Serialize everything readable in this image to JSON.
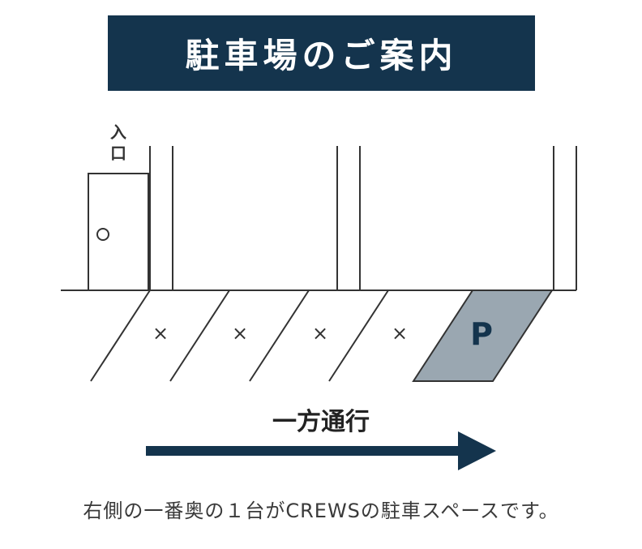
{
  "title": "駐車場のご案内",
  "entrance_label": "入口",
  "spots": [
    {
      "mark": "×",
      "available": false
    },
    {
      "mark": "×",
      "available": false
    },
    {
      "mark": "×",
      "available": false
    },
    {
      "mark": "×",
      "available": false
    },
    {
      "mark": "P",
      "available": true
    }
  ],
  "direction_label": "一方通行",
  "caption": "右側の一番奥の１台がCREWSの駐車スペースです。",
  "colors": {
    "navy": "#14344d",
    "parking_fill": "#9aa7b1",
    "line": "#333333"
  }
}
